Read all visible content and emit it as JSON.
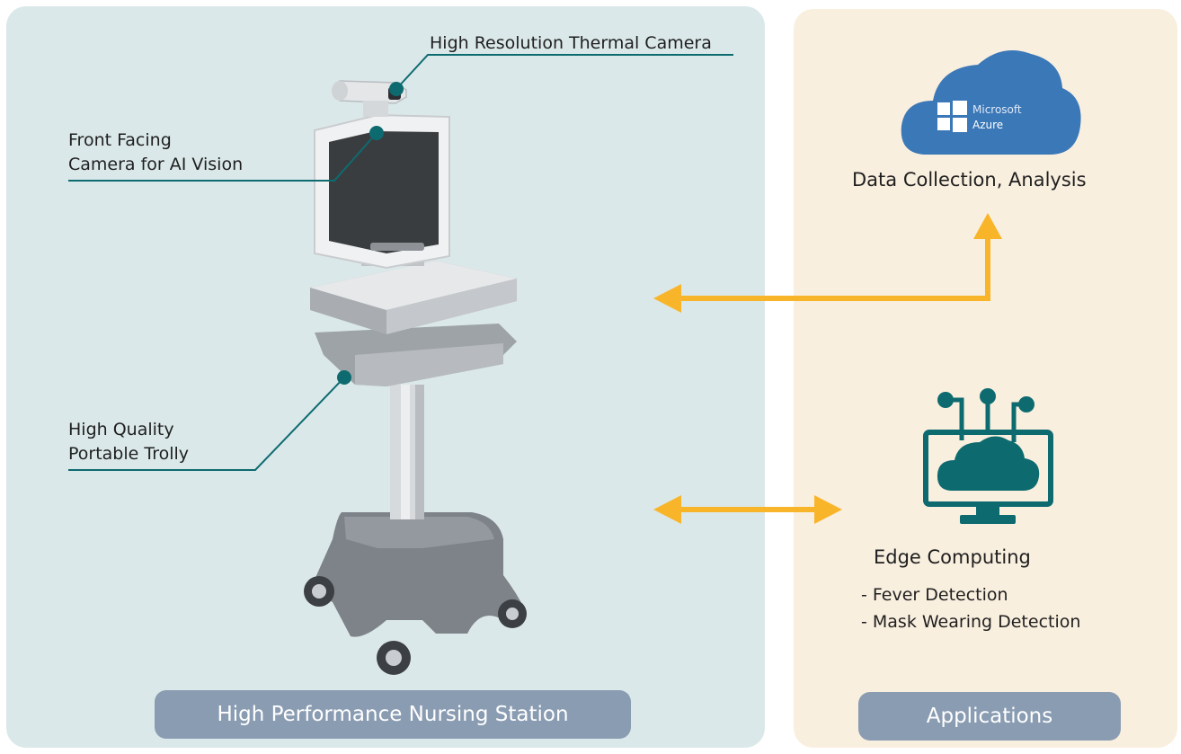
{
  "station": {
    "callouts": {
      "thermal_camera": "High Resolution Thermal Camera",
      "front_camera_line1": "Front Facing",
      "front_camera_line2": "Camera for AI Vision",
      "trolly_line1": "High Quality",
      "trolly_line2": "Portable Trolly"
    },
    "title": "High Performance Nursing Station"
  },
  "applications": {
    "cloud": {
      "logo_brand": "Microsoft",
      "logo_product": "Azure",
      "caption": "Data Collection, Analysis"
    },
    "edge": {
      "title": "Edge Computing",
      "features": [
        "- Fever Detection",
        "- Mask Wearing Detection"
      ]
    },
    "title": "Applications"
  },
  "colors": {
    "left_panel": "#dbe8e9",
    "right_panel": "#f9efdf",
    "callout_teal": "#0d6b70",
    "arrow_orange": "#f9b52a",
    "azure_blue": "#3b78b8",
    "pill": "#8a9cb2"
  }
}
